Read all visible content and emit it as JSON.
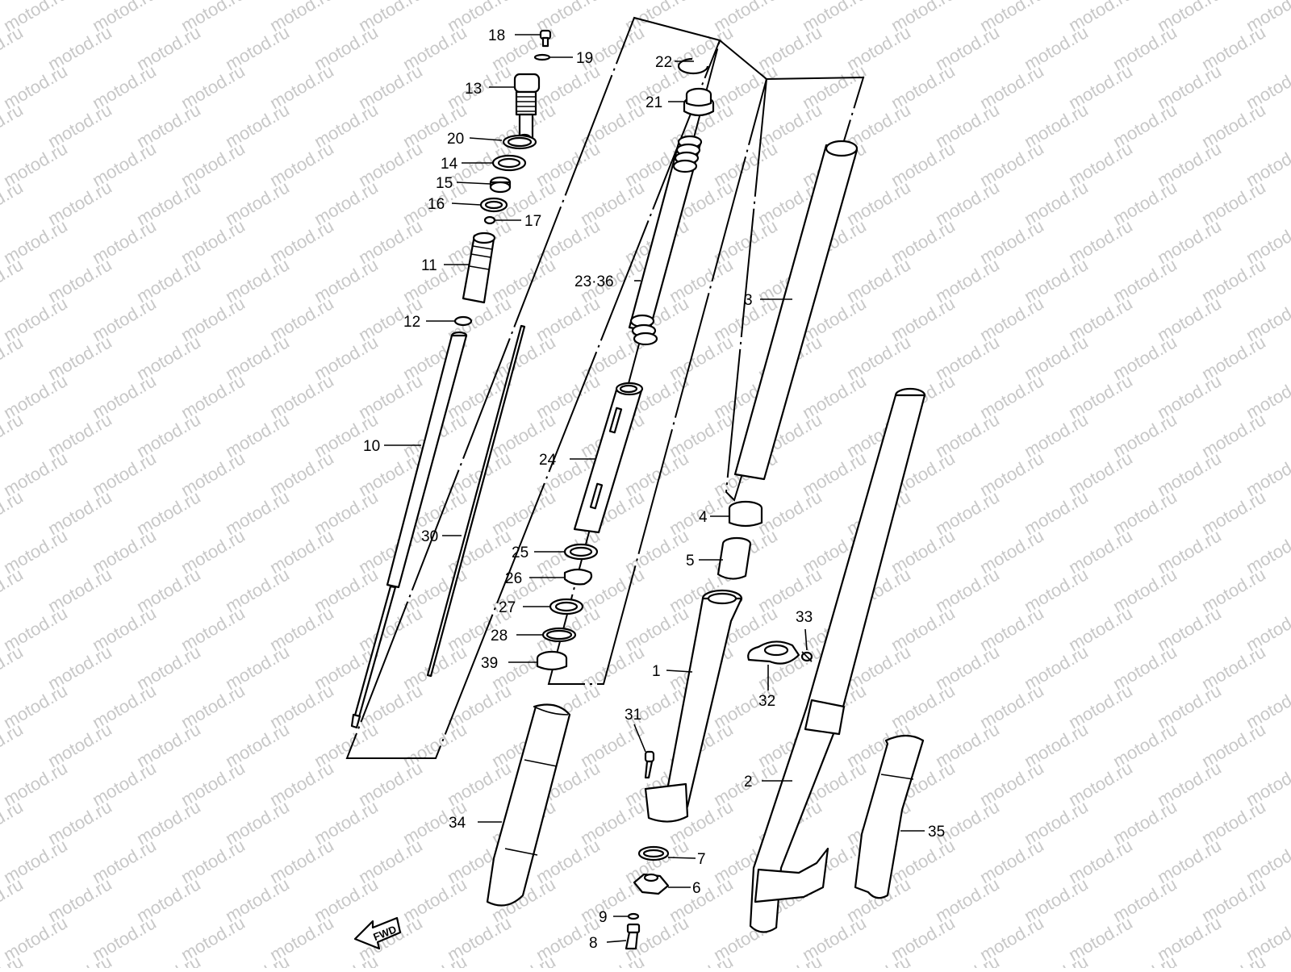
{
  "watermark": {
    "text": "motod.ru",
    "color": "#c8c8c8"
  },
  "fwd_arrow": {
    "label": "FWD"
  },
  "callouts": [
    {
      "id": "c18",
      "label": "18"
    },
    {
      "id": "c19",
      "label": "19"
    },
    {
      "id": "c13",
      "label": "13"
    },
    {
      "id": "c20",
      "label": "20"
    },
    {
      "id": "c14",
      "label": "14"
    },
    {
      "id": "c15",
      "label": "15"
    },
    {
      "id": "c16",
      "label": "16"
    },
    {
      "id": "c17",
      "label": "17"
    },
    {
      "id": "c11",
      "label": "11"
    },
    {
      "id": "c12",
      "label": "12"
    },
    {
      "id": "c10",
      "label": "10"
    },
    {
      "id": "c30",
      "label": "30"
    },
    {
      "id": "c22",
      "label": "22"
    },
    {
      "id": "c21",
      "label": "21"
    },
    {
      "id": "c2336",
      "label": "23·36"
    },
    {
      "id": "c24",
      "label": "24"
    },
    {
      "id": "c25",
      "label": "25"
    },
    {
      "id": "c26",
      "label": "26"
    },
    {
      "id": "c27",
      "label": "27"
    },
    {
      "id": "c28",
      "label": "28"
    },
    {
      "id": "c39",
      "label": "39"
    },
    {
      "id": "c3",
      "label": "3"
    },
    {
      "id": "c4",
      "label": "4"
    },
    {
      "id": "c5",
      "label": "5"
    },
    {
      "id": "c1",
      "label": "1"
    },
    {
      "id": "c33",
      "label": "33"
    },
    {
      "id": "c32",
      "label": "32"
    },
    {
      "id": "c31",
      "label": "31"
    },
    {
      "id": "c34",
      "label": "34"
    },
    {
      "id": "c7",
      "label": "7"
    },
    {
      "id": "c6",
      "label": "6"
    },
    {
      "id": "c9",
      "label": "9"
    },
    {
      "id": "c8",
      "label": "8"
    },
    {
      "id": "c2",
      "label": "2"
    },
    {
      "id": "c35",
      "label": "35"
    }
  ]
}
